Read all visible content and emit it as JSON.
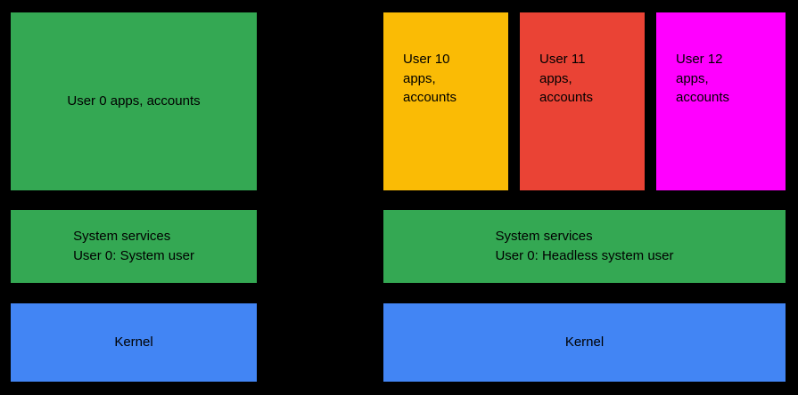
{
  "diagram": {
    "background_color": "#000000",
    "text_color": "#000000",
    "palette": {
      "green": "#34A853",
      "blue": "#4285F4",
      "yellow": "#FABB05",
      "red": "#EA4335",
      "magenta": "#FF00FF"
    }
  },
  "single_user_stack": {
    "apps_label": "User 0 apps, accounts",
    "services_label": "System services\nUser 0: System user",
    "kernel_label": "Kernel"
  },
  "multi_user_stack": {
    "user_boxes": [
      {
        "label": "User 10\napps,\naccounts",
        "color": "#FABB05"
      },
      {
        "label": "User 11\napps,\naccounts",
        "color": "#EA4335"
      },
      {
        "label": "User 12\napps,\naccounts",
        "color": "#FF00FF"
      }
    ],
    "services_label": "System services\nUser 0: Headless system user",
    "kernel_label": "Kernel"
  }
}
